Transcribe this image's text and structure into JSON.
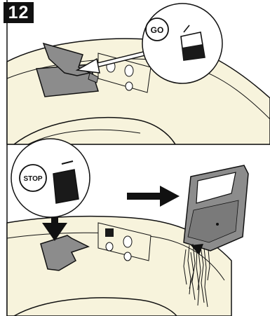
{
  "step": {
    "number": "12"
  },
  "panels": [
    {
      "id": "top",
      "badge_text": "GO"
    },
    {
      "id": "bottom",
      "badge_text": "STOP"
    }
  ],
  "colors": {
    "cream": "#f7f3dc",
    "gray": "#8c8c8c",
    "dark": "#1a1a1a"
  }
}
